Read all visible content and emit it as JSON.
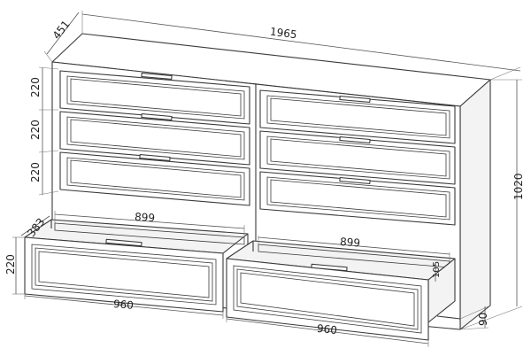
{
  "dimensions": {
    "total_width": "1965",
    "depth_top": "451",
    "height_total": "1020",
    "drawer_height_1": "220",
    "drawer_height_2": "220",
    "drawer_height_3": "220",
    "drawer_height_4": "220",
    "drawer_inner_width_left": "899",
    "drawer_inner_width_right": "899",
    "drawer_depth_open": "383",
    "drawer_width_left": "960",
    "drawer_width_right": "960",
    "drawer_box_height": "105",
    "plinth_height": "90"
  }
}
